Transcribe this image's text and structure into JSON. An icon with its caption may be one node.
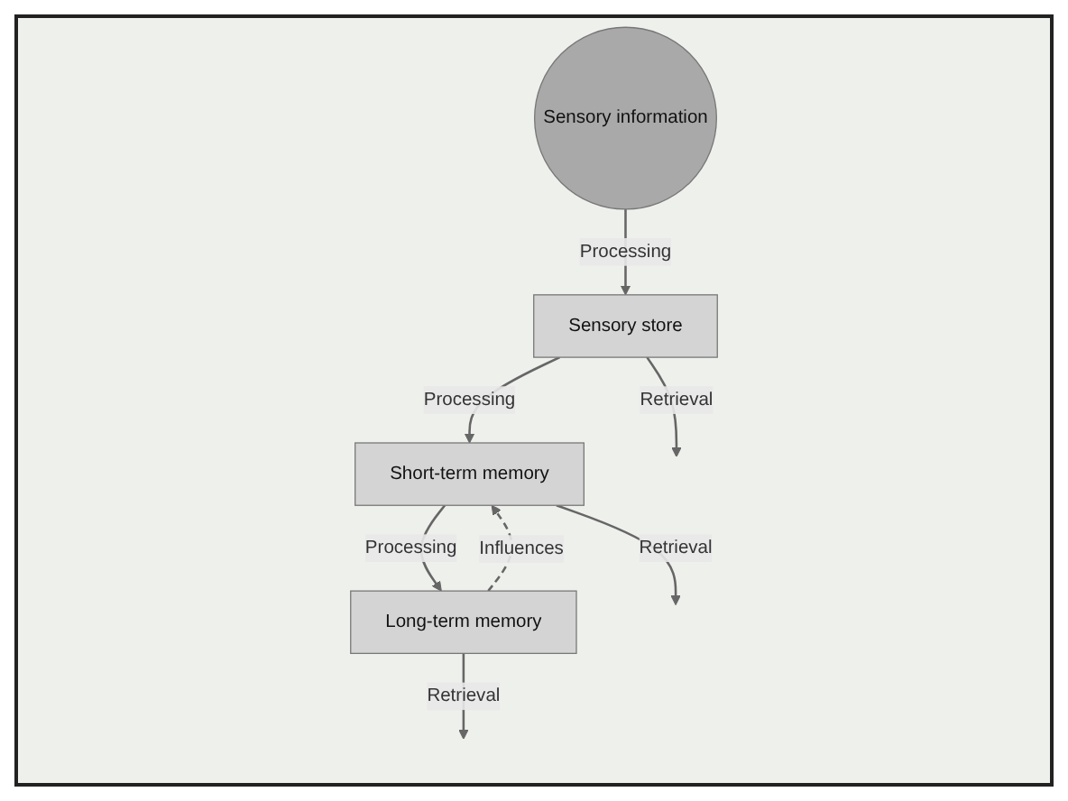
{
  "diagram": {
    "nodes": [
      {
        "text": [
          "Sensory information"
        ]
      },
      {
        "text": [
          "Sensory store"
        ]
      },
      {
        "text": [
          "Short-term memory"
        ]
      },
      {
        "text": [
          "Long-term memory"
        ]
      }
    ],
    "edges": [
      {
        "from": 0,
        "to": 1,
        "arrow": "to",
        "label": "Processing"
      },
      {
        "from": 1,
        "to": null,
        "arrow": "to",
        "label": "Retrieval"
      },
      {
        "from": 1,
        "to": 2,
        "arrow": "to",
        "label": "Processing"
      },
      {
        "from": 2,
        "to": null,
        "arrow": "to",
        "label": "Retrieval"
      },
      {
        "from": 2,
        "to": 3,
        "arrow": "to",
        "label": "Processing"
      },
      {
        "from": 3,
        "to": null,
        "arrow": "to",
        "label": "Retrieval"
      },
      {
        "from": 3,
        "to": 2,
        "arrow": "to",
        "label": "Influences",
        "style": "dashed"
      }
    ]
  }
}
